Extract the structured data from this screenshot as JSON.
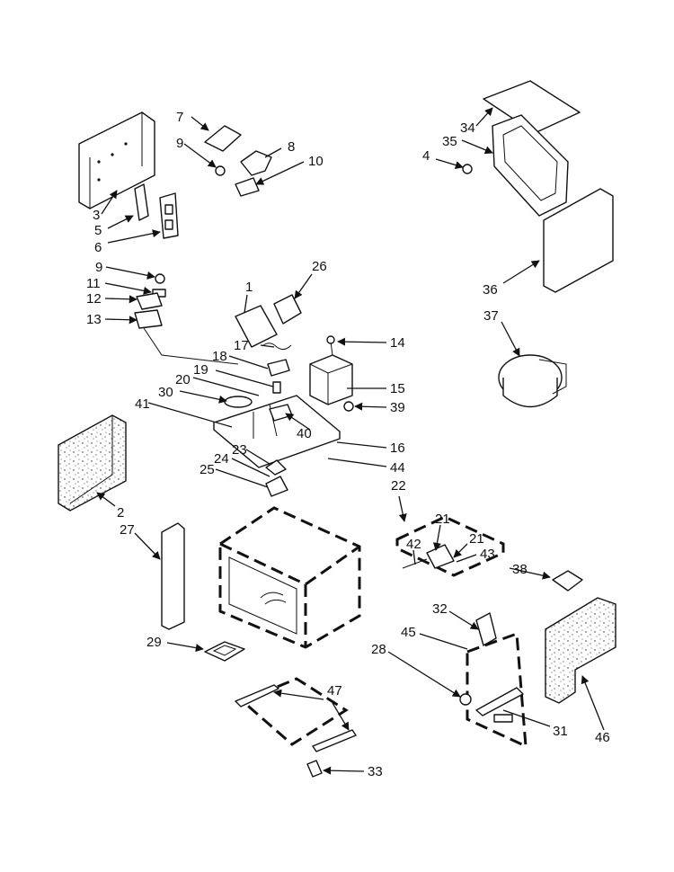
{
  "callouts": [
    "1",
    "2",
    "3",
    "4",
    "5",
    "6",
    "7",
    "8",
    "9",
    "9",
    "10",
    "11",
    "12",
    "13",
    "14",
    "15",
    "16",
    "17",
    "18",
    "19",
    "20",
    "21",
    "21",
    "22",
    "23",
    "24",
    "25",
    "26",
    "27",
    "28",
    "29",
    "30",
    "31",
    "32",
    "33",
    "34",
    "35",
    "36",
    "37",
    "38",
    "39",
    "40",
    "41",
    "42",
    "43",
    "44",
    "45",
    "46",
    "47"
  ]
}
